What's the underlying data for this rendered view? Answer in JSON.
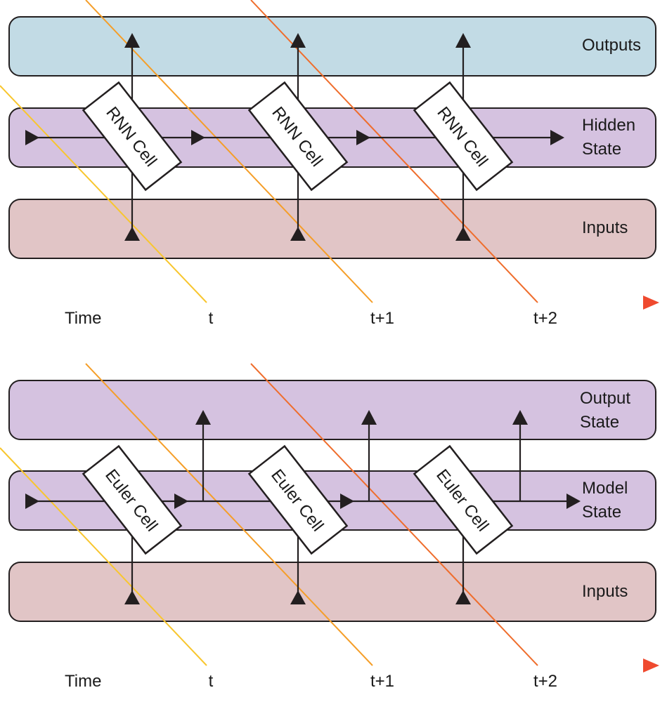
{
  "colors": {
    "outputs_band": "#c2dbe5",
    "state_band": "#d5c2e0",
    "inputs_band": "#e1c5c6",
    "line": "#231f20",
    "time_gradient": [
      "#fde047",
      "#f8a42a",
      "#ef4a2f"
    ],
    "diag_t": "#f8c62e",
    "diag_t1": "#f59e28",
    "diag_t2": "#ef6d2c"
  },
  "panels": [
    {
      "id": "rnn",
      "bands": {
        "top": "Outputs",
        "middle_line1": "Hidden",
        "middle_line2": "State",
        "bottom": "Inputs"
      },
      "cell_label": "RNN Cell",
      "time": {
        "label": "Time",
        "ticks": [
          "t",
          "t+1",
          "t+2"
        ]
      }
    },
    {
      "id": "euler",
      "bands": {
        "top_line1": "Output",
        "top_line2": "State",
        "middle_line1": "Model",
        "middle_line2": "State",
        "bottom": "Inputs"
      },
      "cell_label": "Euler Cell",
      "time": {
        "label": "Time",
        "ticks": [
          "t",
          "t+1",
          "t+2"
        ]
      }
    }
  ]
}
